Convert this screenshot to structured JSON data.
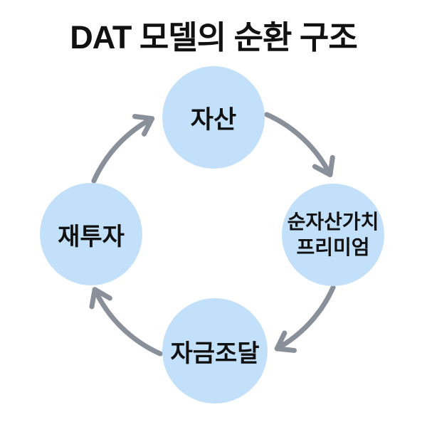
{
  "title": "DAT 모델의 순환 구조",
  "diagram": {
    "nodes": [
      {
        "id": "assets",
        "position": "top",
        "label": "자산"
      },
      {
        "id": "nav-premium",
        "position": "right",
        "label": "순자산가치 프리미엄",
        "lines": [
          "순자산가치",
          "프리미엄"
        ]
      },
      {
        "id": "funding",
        "position": "bottom",
        "label": "자금조달"
      },
      {
        "id": "reinvestment",
        "position": "left",
        "label": "재투자"
      }
    ],
    "arrows": [
      {
        "from": "자산",
        "to": "순자산가치 프리미엄",
        "direction": "clockwise"
      },
      {
        "from": "순자산가치 프리미엄",
        "to": "자금조달",
        "direction": "clockwise"
      },
      {
        "from": "자금조달",
        "to": "재투자",
        "direction": "clockwise"
      },
      {
        "from": "재투자",
        "to": "자산",
        "direction": "clockwise"
      }
    ],
    "colors": {
      "background": "#ffffff",
      "node_fill": "#c3e0fa",
      "arrow": "#8a9099",
      "text": "#111111"
    }
  }
}
